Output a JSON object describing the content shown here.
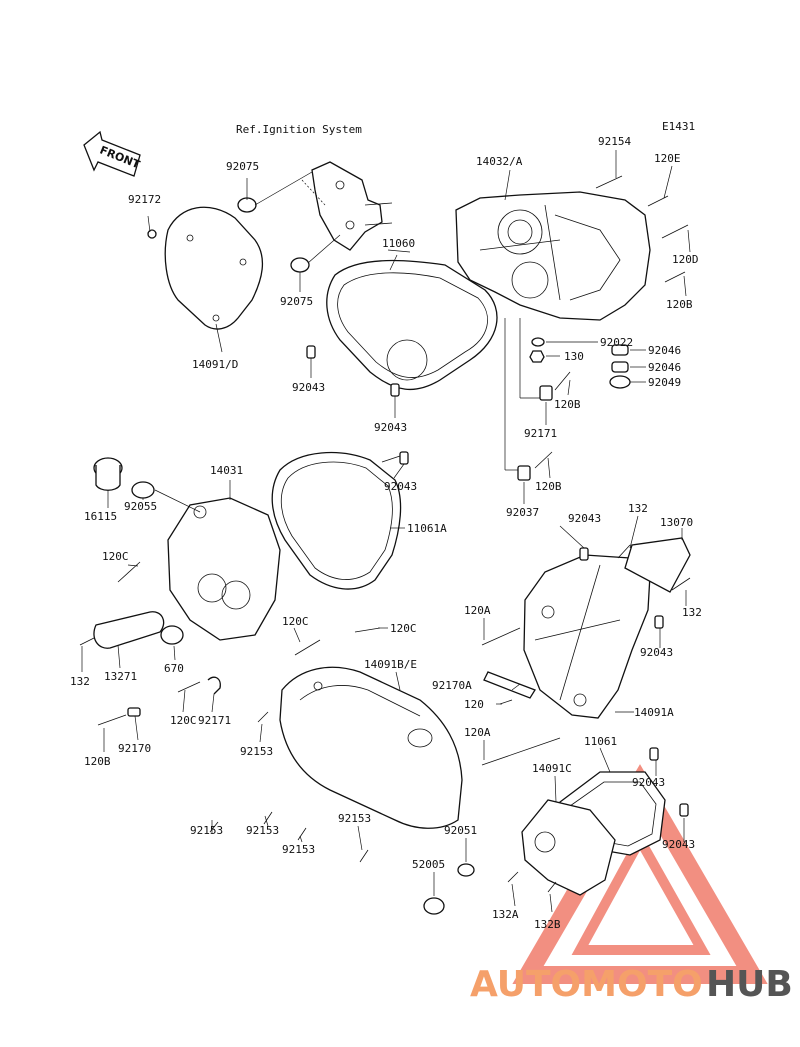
{
  "diagram": {
    "code": "E1431",
    "reference_note": "Ref.Ignition System",
    "front_label": "FRONT"
  },
  "callouts": [
    {
      "id": "c0",
      "text": "92172"
    },
    {
      "id": "c1",
      "text": "92075"
    },
    {
      "id": "c2",
      "text": "92075"
    },
    {
      "id": "c3",
      "text": "14091/D"
    },
    {
      "id": "c4",
      "text": "11060"
    },
    {
      "id": "c5",
      "text": "92043"
    },
    {
      "id": "c6",
      "text": "92043"
    },
    {
      "id": "c7",
      "text": "14032/A"
    },
    {
      "id": "c8",
      "text": "92154"
    },
    {
      "id": "c9",
      "text": "120E"
    },
    {
      "id": "c10",
      "text": "120D"
    },
    {
      "id": "c11",
      "text": "120B"
    },
    {
      "id": "c12",
      "text": "92022"
    },
    {
      "id": "c13",
      "text": "130"
    },
    {
      "id": "c14",
      "text": "92046"
    },
    {
      "id": "c15",
      "text": "92046"
    },
    {
      "id": "c16",
      "text": "92049"
    },
    {
      "id": "c17",
      "text": "120B"
    },
    {
      "id": "c18",
      "text": "92171"
    },
    {
      "id": "c19",
      "text": "120B"
    },
    {
      "id": "c20",
      "text": "92037"
    },
    {
      "id": "c21",
      "text": "16115"
    },
    {
      "id": "c22",
      "text": "92055"
    },
    {
      "id": "c23",
      "text": "14031"
    },
    {
      "id": "c24",
      "text": "92043"
    },
    {
      "id": "c25",
      "text": "11061A"
    },
    {
      "id": "c26",
      "text": "120C"
    },
    {
      "id": "c27",
      "text": "120C"
    },
    {
      "id": "c28",
      "text": "120C"
    },
    {
      "id": "c29",
      "text": "132"
    },
    {
      "id": "c30",
      "text": "13271"
    },
    {
      "id": "c31",
      "text": "670"
    },
    {
      "id": "c32",
      "text": "120C"
    },
    {
      "id": "c33",
      "text": "92171"
    },
    {
      "id": "c34",
      "text": "120B"
    },
    {
      "id": "c35",
      "text": "92170"
    },
    {
      "id": "c36",
      "text": "92043"
    },
    {
      "id": "c37",
      "text": "132"
    },
    {
      "id": "c38",
      "text": "13070"
    },
    {
      "id": "c39",
      "text": "132"
    },
    {
      "id": "c40",
      "text": "120A"
    },
    {
      "id": "c41",
      "text": "92043"
    },
    {
      "id": "c42",
      "text": "92170A"
    },
    {
      "id": "c43",
      "text": "120"
    },
    {
      "id": "c44",
      "text": "14091A"
    },
    {
      "id": "c45",
      "text": "14091B/E"
    },
    {
      "id": "c46",
      "text": "92153"
    },
    {
      "id": "c47",
      "text": "120A"
    },
    {
      "id": "c48",
      "text": "11061"
    },
    {
      "id": "c49",
      "text": "14091C"
    },
    {
      "id": "c50",
      "text": "92043"
    },
    {
      "id": "c51",
      "text": "92043"
    },
    {
      "id": "c52",
      "text": "92051"
    },
    {
      "id": "c53",
      "text": "52005"
    },
    {
      "id": "c54",
      "text": "92153"
    },
    {
      "id": "c55",
      "text": "92153"
    },
    {
      "id": "c56",
      "text": "92153"
    },
    {
      "id": "c57",
      "text": "92153"
    },
    {
      "id": "c58",
      "text": "132A"
    },
    {
      "id": "c59",
      "text": "132B"
    }
  ],
  "watermark": {
    "part1": "AUTOMOTO",
    "part2": "HUB",
    "color_primary": "#f07c6c",
    "color_secondary": "#f5a06a",
    "color_dark": "#555555"
  }
}
